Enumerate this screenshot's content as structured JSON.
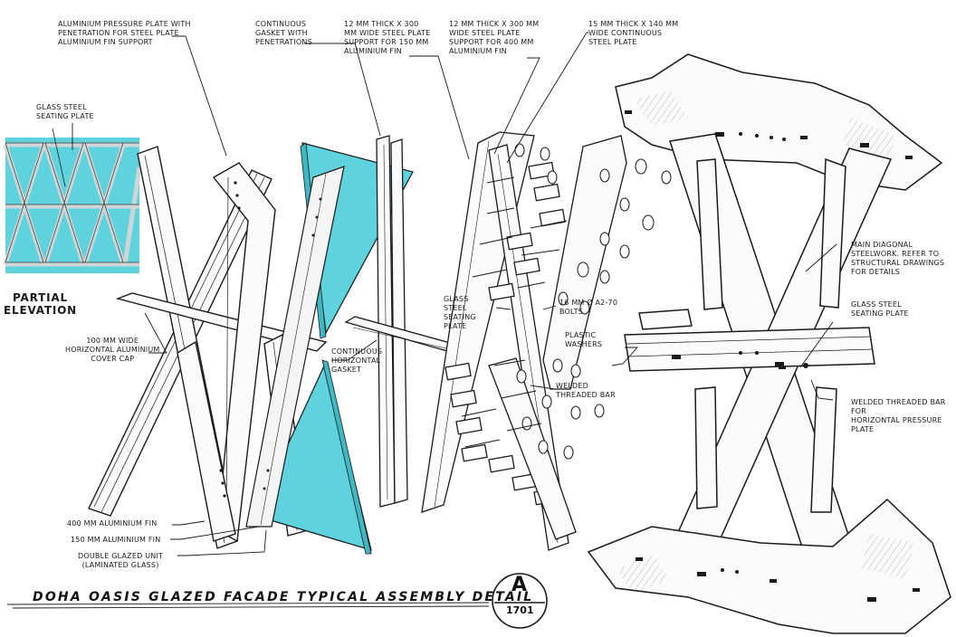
{
  "labels": {
    "pressure_plate": "ALUMINIUM PRESSURE PLATE WITH\nPENETRATION FOR STEEL PLATE\nALUMINIUM FIN SUPPORT",
    "continuous_gasket": "CONTINUOUS\nGASKET WITH\nPENETRATIONS",
    "plate_150": "12 MM THICK X 300\nMM WIDE STEEL PLATE\nSUPPORT FOR 150 MM\nALUMINIUM FIN",
    "plate_400": "12 MM THICK X 300 MM\nWIDE STEEL PLATE\nSUPPORT FOR 400 MM\nALUMINIUM FIN",
    "continuous_steel_plate": "15 MM THICK X 140 MM\nWIDE CONTINUOUS\nSTEEL PLATE",
    "glass_steel_seating_top": "GLASS STEEL\nSEATING PLATE",
    "partial_elevation": "PARTIAL\nELEVATION",
    "cover_cap": "100 MM WIDE\nHORIZONTAL ALUMINIUM\nCOVER CAP",
    "continuous_horizontal_gasket": "CONTINUOUS\nHORIZONTAL\nGASKET",
    "glass_steel_seating_mid": "GLASS\nSTEEL\nSEATING\nPLATE",
    "bolts": "16 MM Ø A2-70\nBOLTS",
    "plastic_washers": "PLASTIC\nWASHERS",
    "welded_threaded_bar": "WELDED\nTHREADED BAR",
    "main_diagonal": "MAIN DIAGONAL\nSTEELWORK. REFER TO\nSTRUCTURAL DRAWINGS\nFOR DETAILS",
    "glass_steel_seating_right": "GLASS STEEL\nSEATING PLATE",
    "welded_bar_horizontal": "WELDED THREADED BAR FOR\nHORIZONTAL PRESSURE PLATE",
    "fin_400": "400 MM ALUMINIUM FIN",
    "fin_150": "150 MM ALUMINIUM FIN",
    "dgu": "DOUBLE GLAZED UNIT\n(LAMINATED GLASS)"
  },
  "title": "DOHA OASIS GLAZED FACADE TYPICAL ASSEMBLY DETAIL",
  "detail_tag": {
    "letter": "A",
    "number": "1701"
  },
  "colors": {
    "glass": "#5ed3dd",
    "glass_dark": "#3fb8c4",
    "ink": "#1a1a1a"
  }
}
